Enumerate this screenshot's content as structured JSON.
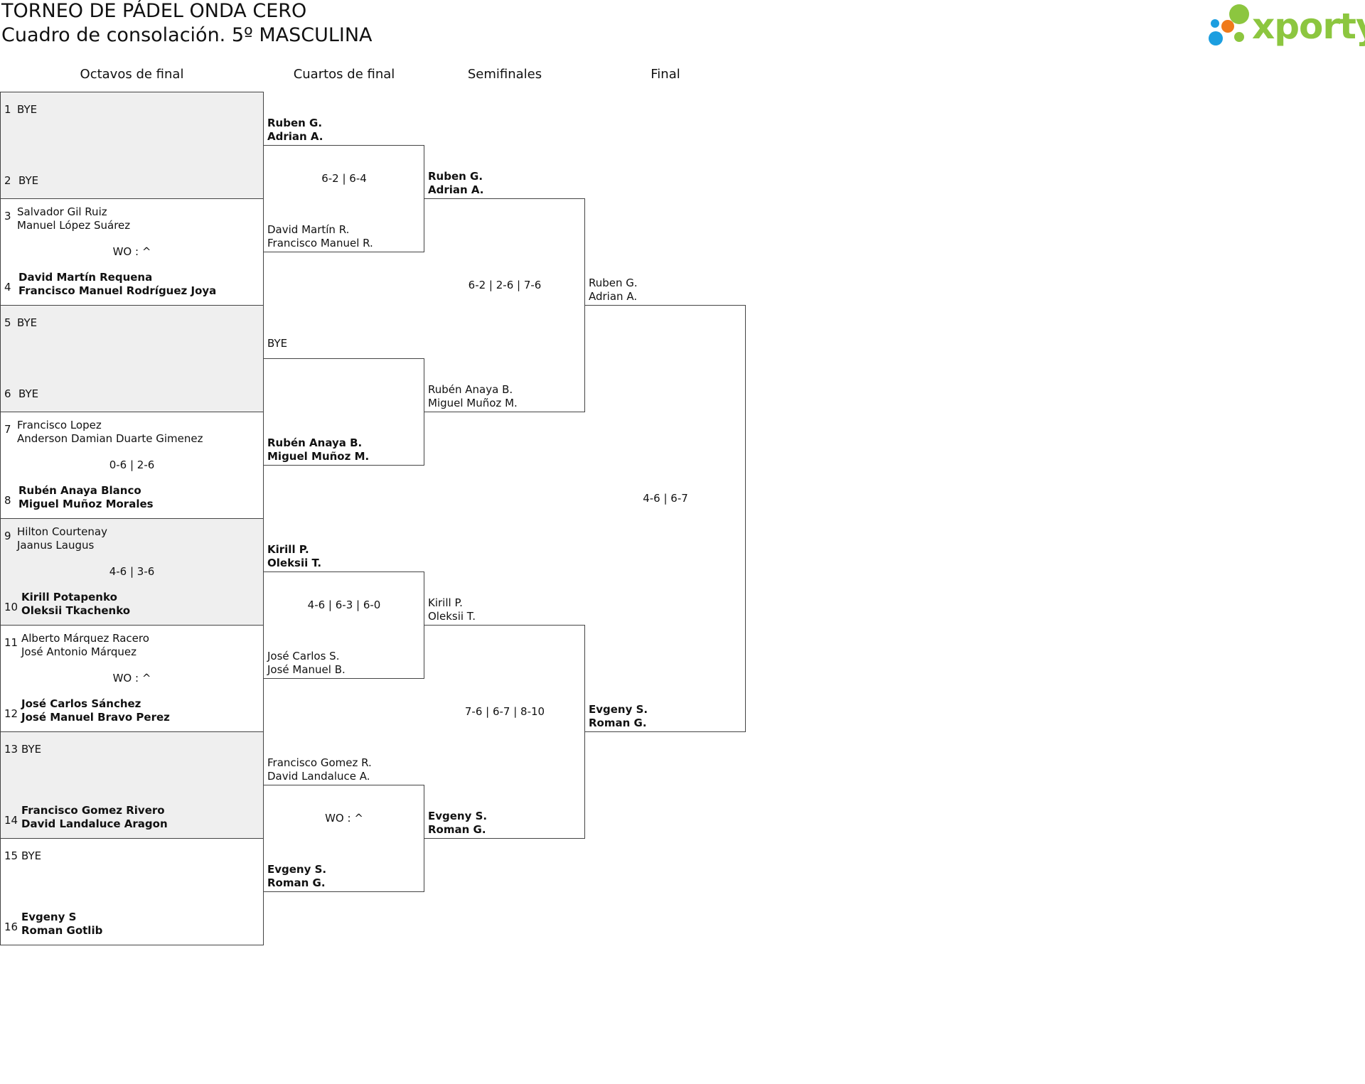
{
  "header": {
    "title": "TORNEO DE PÁDEL ONDA CERO",
    "subtitle": "Cuadro de consolación. 5º MASCULINA",
    "logo_text": "xporty"
  },
  "rounds": [
    "Octavos de final",
    "Cuartos de final",
    "Semifinales",
    "Final"
  ],
  "r16": [
    {
      "seed_a": "1",
      "a": [
        "BYE"
      ],
      "a_win": false,
      "seed_b": "2",
      "b": [
        "BYE"
      ],
      "b_win": false,
      "score": "",
      "shaded": true
    },
    {
      "seed_a": "3",
      "a": [
        "Salvador Gil Ruiz",
        "Manuel López Suárez"
      ],
      "a_win": false,
      "seed_b": "4",
      "b": [
        "David Martín Requena",
        "Francisco Manuel Rodríguez Joya"
      ],
      "b_win": true,
      "score": "WO : ^",
      "shaded": false
    },
    {
      "seed_a": "5",
      "a": [
        "BYE"
      ],
      "a_win": false,
      "seed_b": "6",
      "b": [
        "BYE"
      ],
      "b_win": false,
      "score": "",
      "shaded": true
    },
    {
      "seed_a": "7",
      "a": [
        "Francisco Lopez",
        "Anderson Damian Duarte Gimenez"
      ],
      "a_win": false,
      "seed_b": "8",
      "b": [
        "Rubén Anaya Blanco",
        "Miguel Muñoz Morales"
      ],
      "b_win": true,
      "score": "0-6 | 2-6",
      "shaded": false
    },
    {
      "seed_a": "9",
      "a": [
        "Hilton Courtenay",
        "Jaanus Laugus"
      ],
      "a_win": false,
      "seed_b": "10",
      "b": [
        "Kirill Potapenko",
        "Oleksii Tkachenko"
      ],
      "b_win": true,
      "score": "4-6 | 3-6",
      "shaded": true
    },
    {
      "seed_a": "11",
      "a": [
        "Alberto Márquez Racero",
        "José Antonio Márquez"
      ],
      "a_win": false,
      "seed_b": "12",
      "b": [
        "José Carlos Sánchez",
        "José Manuel Bravo Perez"
      ],
      "b_win": true,
      "score": "WO : ^",
      "shaded": false
    },
    {
      "seed_a": "13",
      "a": [
        "BYE"
      ],
      "a_win": false,
      "seed_b": "14",
      "b": [
        "Francisco Gomez Rivero",
        "David Landaluce Aragon"
      ],
      "b_win": true,
      "score": "",
      "shaded": true
    },
    {
      "seed_a": "15",
      "a": [
        "BYE"
      ],
      "a_win": false,
      "seed_b": "16",
      "b": [
        "Evgeny S",
        "Roman Gotlib"
      ],
      "b_win": true,
      "score": "",
      "shaded": false
    }
  ],
  "qf": [
    {
      "a": [
        "Ruben G.",
        "Adrian A."
      ],
      "a_win": true,
      "b": [
        "David Martín R.",
        "Francisco Manuel R."
      ],
      "b_win": false,
      "score": "6-2 | 6-4"
    },
    {
      "a": [
        "BYE"
      ],
      "a_win": false,
      "b": [
        "Rubén Anaya B.",
        "Miguel Muñoz M."
      ],
      "b_win": true,
      "score": ""
    },
    {
      "a": [
        "Kirill P.",
        "Oleksii T."
      ],
      "a_win": true,
      "b": [
        "José Carlos S.",
        "José Manuel B."
      ],
      "b_win": false,
      "score": "4-6 | 6-3 | 6-0"
    },
    {
      "a": [
        "Francisco Gomez R.",
        "David Landaluce A."
      ],
      "a_win": false,
      "b": [
        "Evgeny S.",
        "Roman G."
      ],
      "b_win": true,
      "score": "WO : ^"
    }
  ],
  "sf": [
    {
      "a": [
        "Ruben G.",
        "Adrian A."
      ],
      "a_win": true,
      "b": [
        "Rubén Anaya B.",
        "Miguel Muñoz M."
      ],
      "b_win": false,
      "score": "6-2 | 2-6 | 7-6"
    },
    {
      "a": [
        "Kirill P.",
        "Oleksii T."
      ],
      "a_win": false,
      "b": [
        "Evgeny S.",
        "Roman G."
      ],
      "b_win": true,
      "score": "7-6 | 6-7 | 8-10"
    }
  ],
  "final": [
    {
      "a": [
        "Ruben G.",
        "Adrian A."
      ],
      "a_win": false,
      "b": [
        "Evgeny S.",
        "Roman G."
      ],
      "b_win": true,
      "score": "4-6 | 6-7"
    }
  ],
  "colors": {
    "logo_green": "#8cc63f",
    "logo_blue": "#1b9ee0",
    "logo_orange": "#f07a1a",
    "shade": "#efefef",
    "line": "#444444"
  }
}
